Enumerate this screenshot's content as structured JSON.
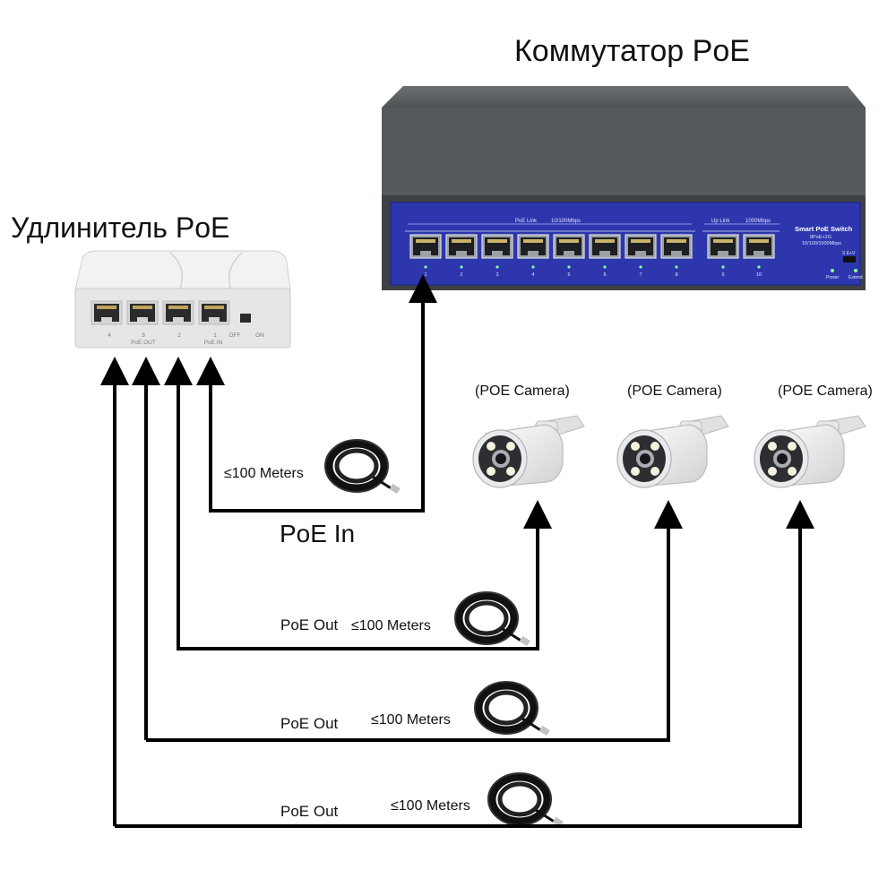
{
  "titles": {
    "switch": "Коммутатор PoE",
    "extender": "Удлинитель PoE"
  },
  "switch_panel": {
    "brand": "Smart PoE Switch",
    "model": "8PoE+2G",
    "speed_line": "10/100/1000Mbps",
    "group_poe": "PoE Link",
    "group_poe_speed": "10/100Mbps",
    "group_uplink": "Up Link",
    "group_uplink_speed": "1000Mbps",
    "port_numbers": [
      "1",
      "2",
      "3",
      "4",
      "5",
      "6",
      "7",
      "8",
      "9",
      "10"
    ],
    "power_label": "Power",
    "extend_label": "Extend",
    "switch_mode": "S  E+V"
  },
  "extender_panel": {
    "port_numbers": [
      "4",
      "3",
      "2",
      "1"
    ],
    "poe_out": "PoE  OUT",
    "poe_in": "PoE  IN",
    "off_label": "OFF",
    "on_label": "ON"
  },
  "cameras": [
    {
      "label": "(POE Camera)"
    },
    {
      "label": "(POE Camera)"
    },
    {
      "label": "(POE Camera)"
    }
  ],
  "links": {
    "poe_in": "PoE In",
    "poe_out": "PoE Out",
    "length": "≤100 Meters"
  },
  "colors": {
    "switch_body": "#4f5457",
    "switch_panel": "#2f35a8",
    "extender_body": "#e4e4e6",
    "arrow": "#000000"
  }
}
